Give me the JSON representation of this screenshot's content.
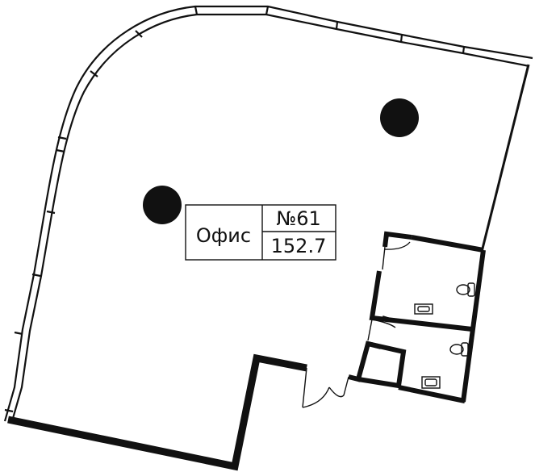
{
  "room": {
    "name": "Офис",
    "number": "№61",
    "area": "152.7"
  },
  "colors": {
    "wall": "#111111",
    "background": "#ffffff"
  }
}
